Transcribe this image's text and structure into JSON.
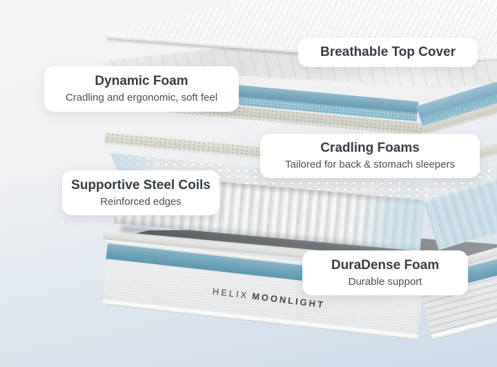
{
  "diagram": {
    "type": "mattress-exploded-layer-view",
    "brand": {
      "prefix": "HELIX",
      "model": "MOONLIGHT"
    },
    "callouts": [
      {
        "title": "Breathable Top Cover",
        "subtitle": ""
      },
      {
        "title": "Dynamic Foam",
        "subtitle": "Cradling and ergonomic, soft feel"
      },
      {
        "title": "Cradling Foams",
        "subtitle": "Tailored for back & stomach sleepers"
      },
      {
        "title": "Supportive Steel Coils",
        "subtitle": "Reinforced edges"
      },
      {
        "title": "DuraDense Foam",
        "subtitle": "Durable support"
      }
    ],
    "layers": [
      "breathable-top-cover",
      "dynamic-foam",
      "blue-comfort-foam",
      "transition-foam",
      "speckled-foam",
      "pocketed-steel-coils",
      "base-foam",
      "duradense-foam",
      "mattress-base"
    ],
    "colors": {
      "foam_blue": "#79A9BF",
      "coil_edge_blue": "#CFE4EE",
      "base_band_blue": "#6FA6BD",
      "label_title": "#363C42",
      "label_subtitle": "#474E55",
      "background_top": "#F5F5F5",
      "background_bottom": "#CEDCEA"
    }
  }
}
